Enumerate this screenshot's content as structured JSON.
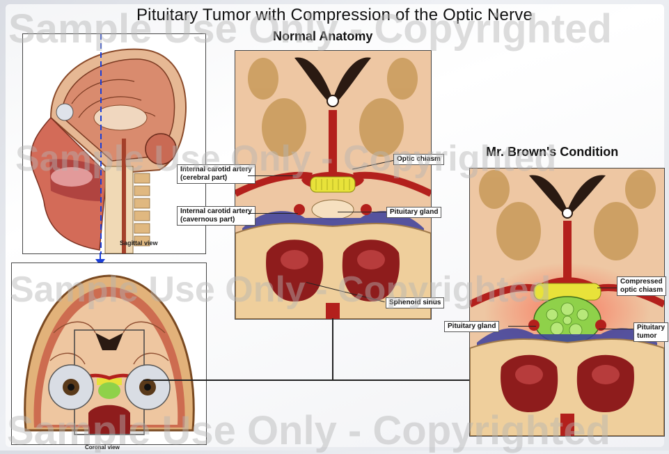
{
  "title": "Pituitary Tumor with Compression of the Optic Nerve",
  "normal_heading": "Normal Anatomy",
  "condition_heading": "Mr. Brown's Condition",
  "watermark": "Sample Use Only - Copyrighted",
  "views": {
    "sagittal": "Sagittal view",
    "coronal": "Coronal view"
  },
  "normal_labels": {
    "ica_cerebral": [
      "Internal carotid artery",
      "(cerebral part)"
    ],
    "ica_cavernous": [
      "Internal carotid artery",
      "(cavernous part)"
    ],
    "optic_chiasm": "Optic chiasm",
    "pituitary_gland": "Pituitary gland",
    "sphenoid_sinus": "Sphenoid sinus"
  },
  "condition_labels": {
    "compressed_chiasm": [
      "Compressed",
      "optic chiasm"
    ],
    "pituitary_gland": "Pituitary gland",
    "pituitary_tumor": [
      "Pituitary",
      "tumor"
    ]
  },
  "colors": {
    "brain": "#e8b896",
    "ventricle": "#2a1a12",
    "artery": "#b3201c",
    "chiasm": "#e8e23a",
    "tumor": "#8fd14a",
    "sinus": "#8e1c1c",
    "bone": "#efcf9c",
    "plexus": "#3a3e9e"
  }
}
